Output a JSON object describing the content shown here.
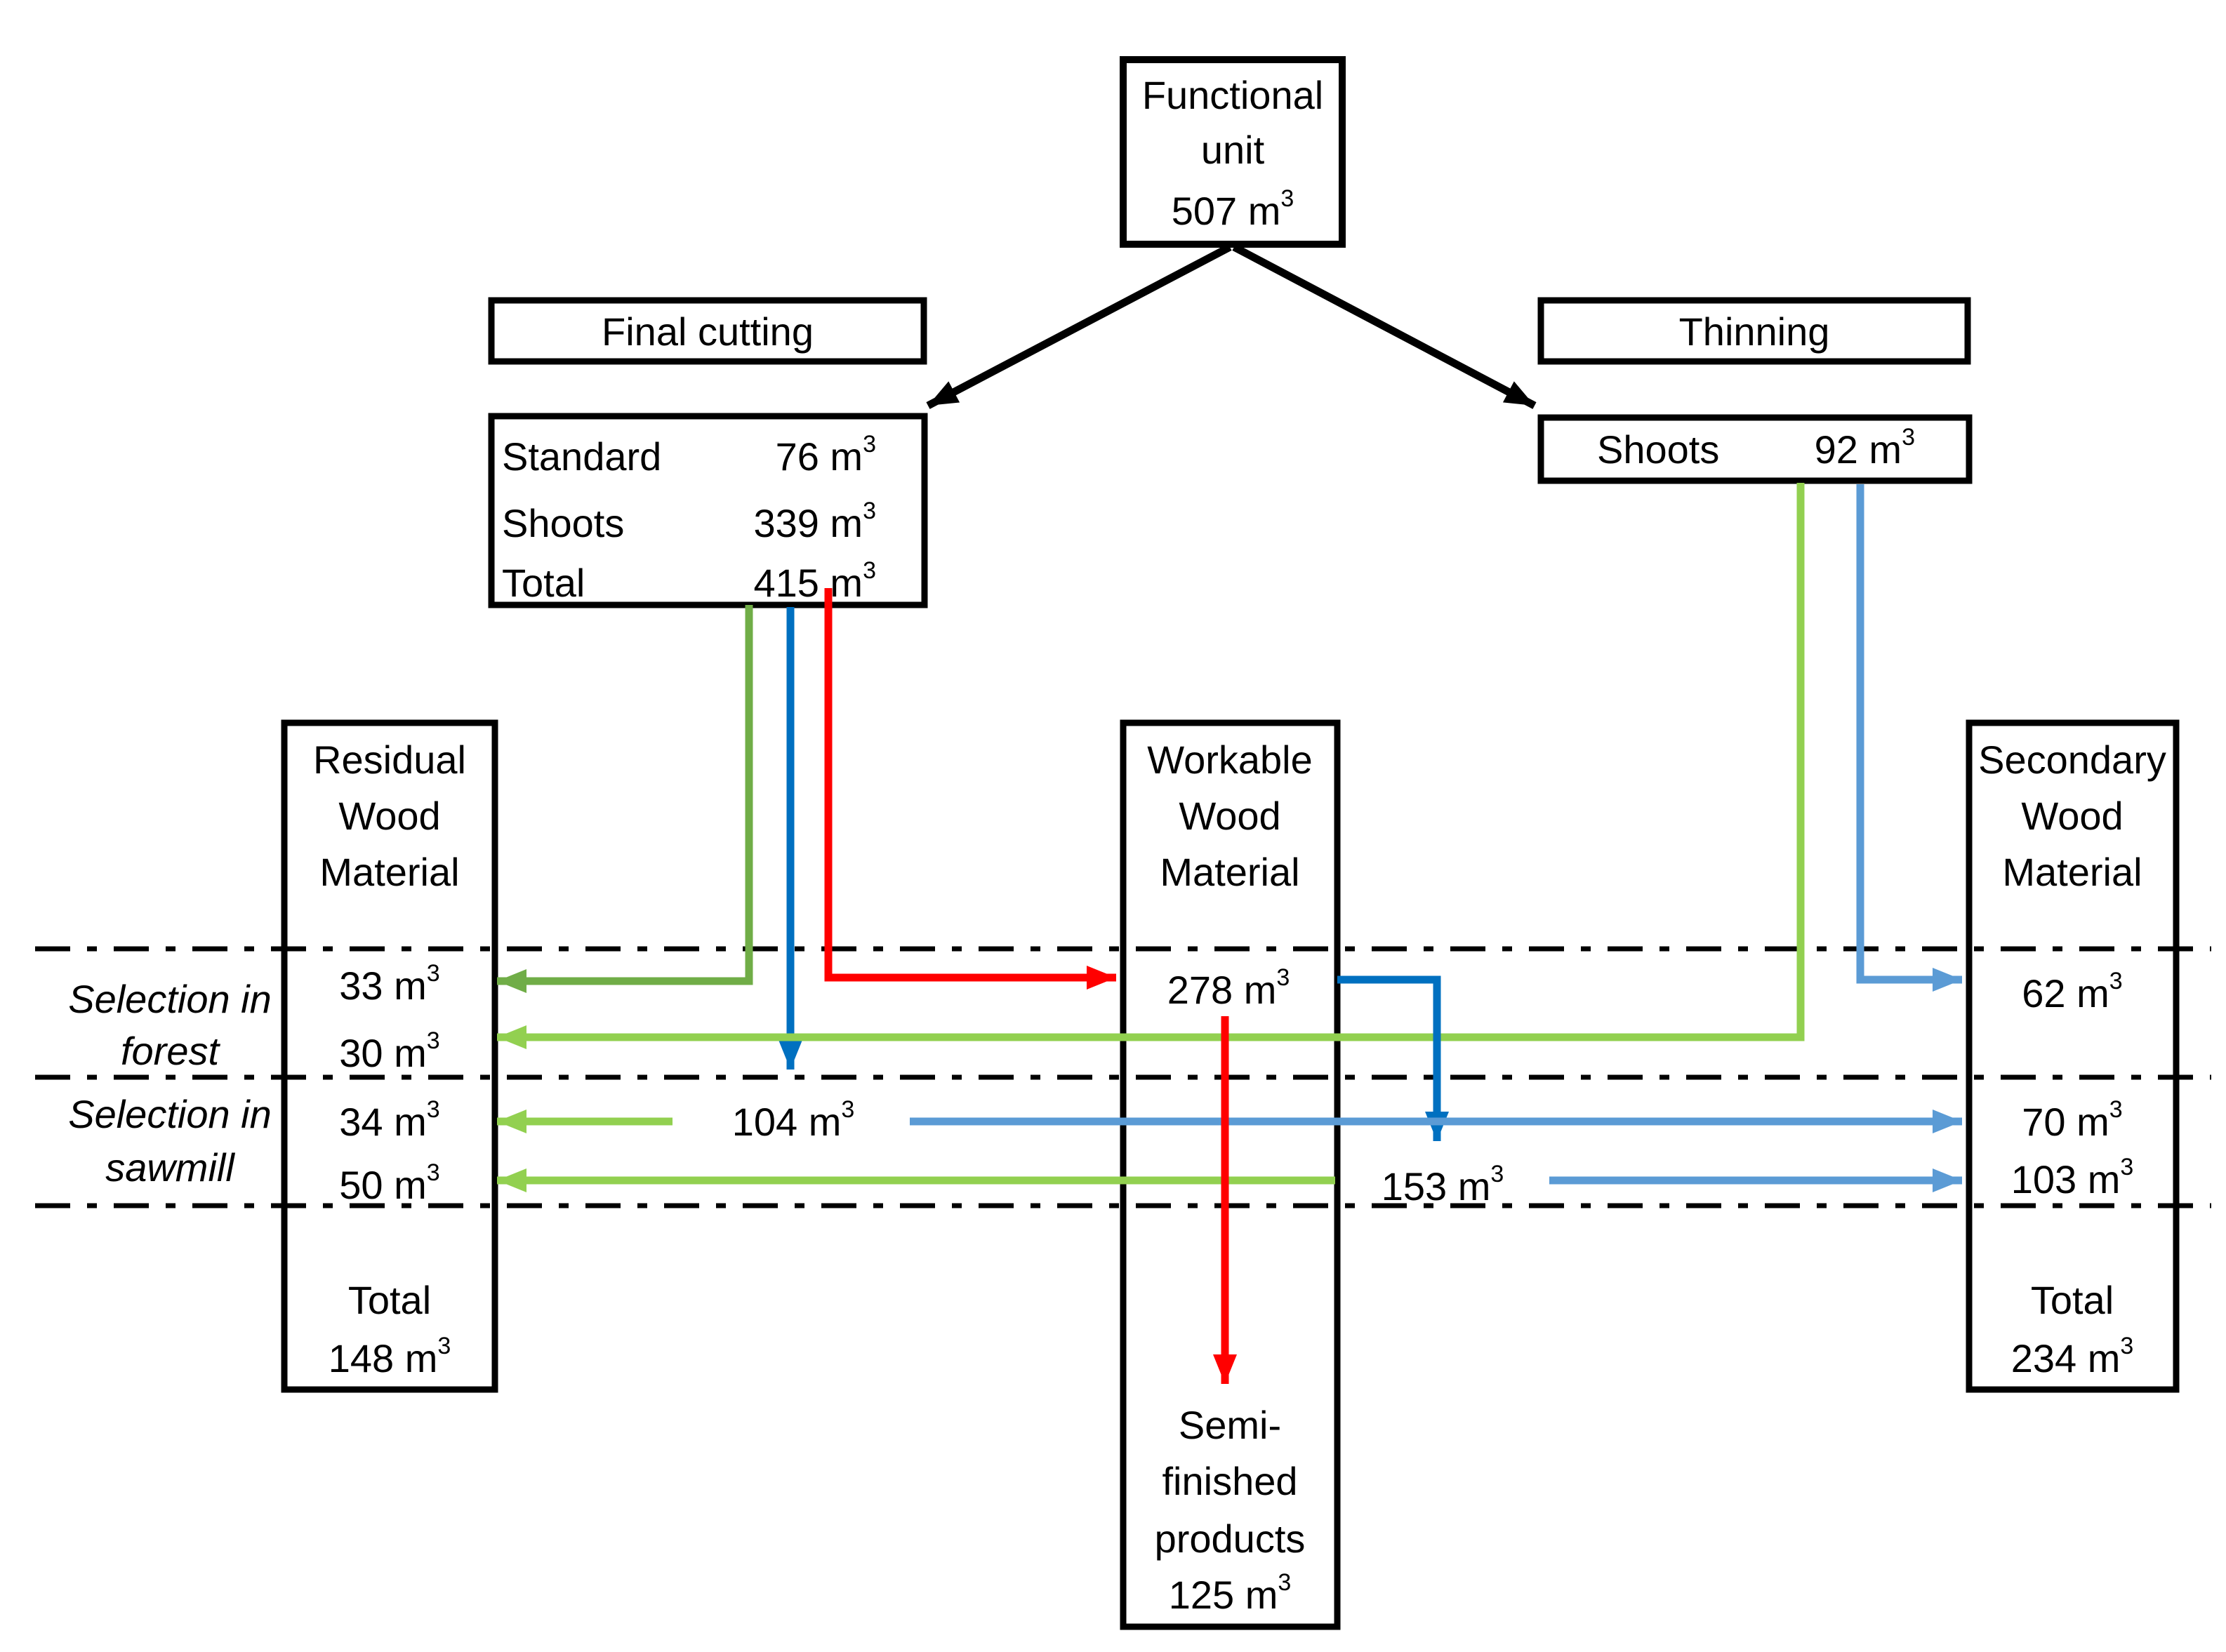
{
  "sup": "3",
  "colors": {
    "black": "#000000",
    "dark_green": "#70AD47",
    "light_green": "#92D050",
    "dark_blue": "#0070C0",
    "light_blue": "#5B9BD5",
    "red": "#FF0000"
  },
  "functional_unit": {
    "line1": "Functional",
    "line2": "unit",
    "value": "507 m"
  },
  "final_cutting": {
    "title": "Final cutting",
    "rows": [
      {
        "label": "Standard",
        "value": "76 m"
      },
      {
        "label": "Shoots",
        "value": "339 m"
      },
      {
        "label": "Total",
        "value": "415 m"
      }
    ]
  },
  "thinning": {
    "title": "Thinning",
    "row": {
      "label": "Shoots",
      "value": "92 m"
    }
  },
  "residual": {
    "title1": "Residual",
    "title2": "Wood",
    "title3": "Material",
    "forest_rows": [
      {
        "value": "33 m"
      },
      {
        "value": "30 m"
      }
    ],
    "sawmill_rows": [
      {
        "value": "34 m"
      },
      {
        "value": "50 m"
      }
    ],
    "total_label": "Total",
    "total_value": "148 m"
  },
  "workable": {
    "title1": "Workable",
    "title2": "Wood",
    "title3": "Material",
    "value": "278 m",
    "product_line1": "Semi-",
    "product_line2": "finished",
    "product_line3": "products",
    "product_value": "125 m"
  },
  "secondary": {
    "title1": "Secondary",
    "title2": "Wood",
    "title3": "Material",
    "forest_rows": [
      {
        "value": "62 m"
      }
    ],
    "sawmill_rows": [
      {
        "value": "70 m"
      },
      {
        "value": "103 m"
      }
    ],
    "total_label": "Total",
    "total_value": "234 m"
  },
  "section_labels": {
    "forest_line1": "Selection in",
    "forest_line2": "forest",
    "sawmill_line1": "Selection in",
    "sawmill_line2": "sawmill"
  },
  "float_labels": {
    "from_final_cutting": "104 m",
    "from_workable": "153 m"
  },
  "flows": [
    {
      "from": "Functional unit",
      "to": "Final cutting",
      "color": "black"
    },
    {
      "from": "Functional unit",
      "to": "Thinning",
      "color": "black"
    },
    {
      "from": "Final cutting",
      "to": "Residual Wood Material, selection in forest",
      "value": "33 m3",
      "color": "dark_green"
    },
    {
      "from": "Final cutting",
      "to": "Selection in sawmill",
      "value": "104 m3",
      "color": "dark_blue"
    },
    {
      "from": "Final cutting",
      "to": "Workable Wood Material",
      "value": "278 m3",
      "color": "red"
    },
    {
      "from": "Thinning",
      "to": "Residual Wood Material, selection in forest",
      "value": "30 m3",
      "color": "light_green"
    },
    {
      "from": "Thinning",
      "to": "Secondary Wood Material, selection in forest",
      "value": "62 m3",
      "color": "light_blue"
    },
    {
      "from": "104 m3 selected in sawmill",
      "to": "Residual Wood Material",
      "value": "34 m3",
      "color": "light_green"
    },
    {
      "from": "104 m3 selected in sawmill",
      "to": "Secondary Wood Material",
      "value": "70 m3",
      "color": "light_blue"
    },
    {
      "from": "Workable Wood Material",
      "to": "Selection in sawmill",
      "value": "153 m3",
      "color": "dark_blue"
    },
    {
      "from": "153 m3 selected in sawmill",
      "to": "Residual Wood Material",
      "value": "50 m3",
      "color": "light_green"
    },
    {
      "from": "153 m3 selected in sawmill",
      "to": "Secondary Wood Material",
      "value": "103 m3",
      "color": "light_blue"
    },
    {
      "from": "Workable Wood Material",
      "to": "Semi-finished products",
      "value": "125 m3",
      "color": "red"
    }
  ]
}
